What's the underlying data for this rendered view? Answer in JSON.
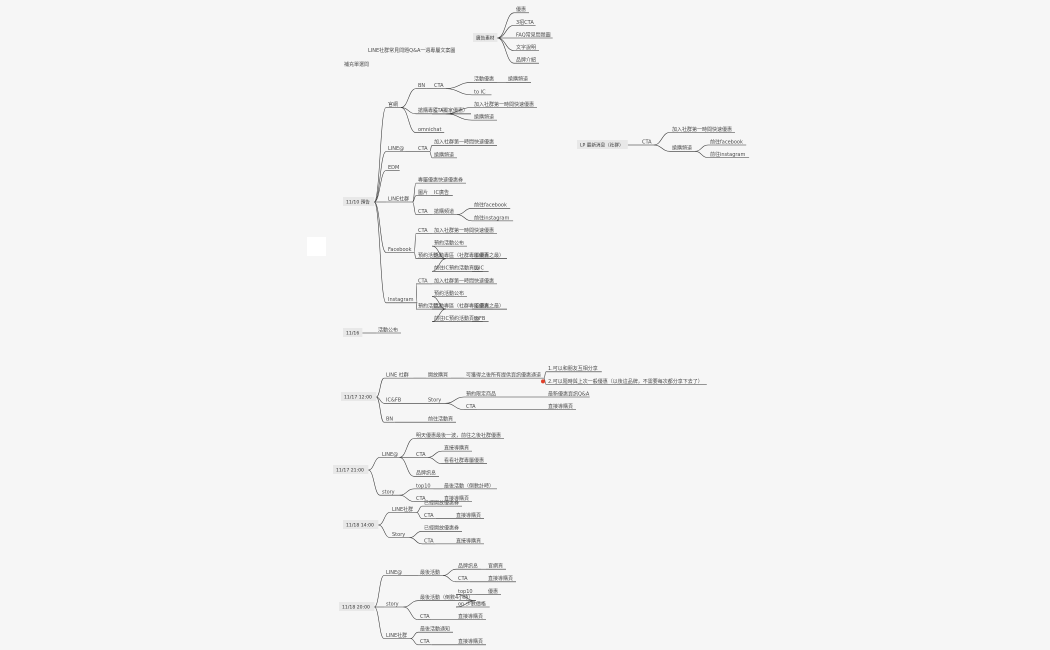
{
  "colors": {
    "background": "#f6f6f6",
    "line": "#333333",
    "root_fill": "#e8e8e8",
    "text": "#4a4a4a",
    "marker": "#e0402a"
  },
  "header": {
    "title": "LINE社群常見問題Q&A一週專屬文案圖",
    "subtitle": "補充單選問"
  },
  "roots": [
    {
      "label": "廣告素材",
      "children": [
        {
          "label": "優惠"
        },
        {
          "label": "3招CTA"
        },
        {
          "label": "FAQ常見問題圖"
        },
        {
          "label": "文字說明"
        },
        {
          "label": "品牌介紹"
        }
      ]
    },
    {
      "label": "LP 最新消息（社群）",
      "children": [
        {
          "label": "CTA",
          "children": [
            {
              "label": "加入社群第一時間快速優惠"
            },
            {
              "label": "搶購頻道",
              "children": [
                {
                  "label": "前往facebook"
                },
                {
                  "label": "前往instagram"
                }
              ]
            }
          ]
        }
      ]
    },
    {
      "label": "11/10 預告",
      "children": [
        {
          "label": "官網",
          "children": [
            {
              "label": "BN",
              "children": [
                {
                  "label": "CTA",
                  "children": [
                    {
                      "label": "活動優惠",
                      "children": [
                        {
                          "label": "搶購頻道"
                        }
                      ]
                    },
                    {
                      "label": "to IC"
                    }
                  ]
                }
              ]
            },
            {
              "label": "搶購專區（獨家優惠）",
              "children": [
                {
                  "label": "CTA",
                  "children": [
                    {
                      "label": "加入社群第一時間快速優惠"
                    },
                    {
                      "label": "搶購頻道"
                    }
                  ]
                }
              ]
            },
            {
              "label": "omnichat"
            }
          ]
        },
        {
          "label": "LINE@",
          "children": [
            {
              "label": "CTA",
              "children": [
                {
                  "label": "加入社群第一時間快速優惠"
                },
                {
                  "label": "搶購頻道"
                }
              ]
            }
          ]
        },
        {
          "label": "EDM"
        },
        {
          "label": "LINE社群",
          "children": [
            {
              "label": "專屬優惠快速優惠券"
            },
            {
              "label": "圖片",
              "children": [
                {
                  "label": "IC廣告"
                }
              ]
            },
            {
              "label": "CTA",
              "children": [
                {
                  "label": "搶購頻道",
                  "children": [
                    {
                      "label": "前往facebook"
                    },
                    {
                      "label": "前往instagram"
                    }
                  ]
                }
              ]
            }
          ]
        },
        {
          "label": "Facebook",
          "children": [
            {
              "label": "CTA",
              "children": [
                {
                  "label": "加入社群第一時間快速優惠"
                }
              ]
            },
            {
              "label": "預約活動入",
              "children": [
                {
                  "label": "預約活動公布"
                },
                {
                  "label": "活動專區（社群專屬優惠之最）",
                  "children": [
                    {
                      "label": "IC網頁"
                    }
                  ]
                },
                {
                  "label": "前往IC預約活動頁面",
                  "children": [
                    {
                      "label": "toIC"
                    }
                  ]
                }
              ]
            }
          ]
        },
        {
          "label": "Instagram",
          "children": [
            {
              "label": "CTA",
              "children": [
                {
                  "label": "加入社群第一時間快速優惠"
                }
              ]
            },
            {
              "label": "預約活動入",
              "children": [
                {
                  "label": "預約活動公布"
                },
                {
                  "label": "活動專區（社群專屬優惠之最）",
                  "children": [
                    {
                      "label": "IC網頁"
                    }
                  ]
                },
                {
                  "label": "前往IC預約活動頁面",
                  "children": [
                    {
                      "label": "toFB"
                    }
                  ]
                }
              ]
            }
          ]
        }
      ]
    },
    {
      "label": "11/16",
      "children": [
        {
          "label": "活動公布"
        }
      ]
    },
    {
      "label": "11/17 12:00",
      "children": [
        {
          "label": "LINE 社群",
          "children": [
            {
              "label": "開放購買",
              "children": [
                {
                  "label": "可獲得之後所有提供資訊優惠通道",
                  "children": [
                    {
                      "label": "1.可以和朋友互相分享"
                    },
                    {
                      "label": "2.可以隨時與上次一般優惠（以後這品牌，不需要每次都分享下去了）",
                      "marker": true
                    }
                  ]
                }
              ]
            }
          ]
        },
        {
          "label": "IC&FB",
          "children": [
            {
              "label": "Story",
              "children": [
                {
                  "label": "預約限定商品",
                  "children": [
                    {
                      "label": "最新優惠資訊Q&A"
                    }
                  ]
                },
                {
                  "label": "CTA",
                  "children": [
                    {
                      "label": "直接導購頁"
                    }
                  ]
                }
              ]
            }
          ]
        },
        {
          "label": "BN",
          "children": [
            {
              "label": "前往活動頁"
            }
          ]
        }
      ]
    },
    {
      "label": "11/17 21:00",
      "children": [
        {
          "label": "LINE@",
          "children": [
            {
              "label": "明天優惠最後一波，前往之後社群優惠"
            },
            {
              "label": "CTA",
              "children": [
                {
                  "label": "直接導購頁"
                },
                {
                  "label": "看看社群專屬優惠"
                }
              ]
            },
            {
              "label": "品牌訊息"
            }
          ]
        },
        {
          "label": "story",
          "children": [
            {
              "label": "top10",
              "children": [
                {
                  "label": "最後活動（倒數計時）"
                }
              ]
            },
            {
              "label": "CTA",
              "children": [
                {
                  "label": "直接導購頁"
                }
              ]
            }
          ]
        }
      ]
    },
    {
      "label": "11/18 14:00",
      "children": [
        {
          "label": "LINE社群",
          "children": [
            {
              "label": "已經開放優惠券"
            },
            {
              "label": "CTA",
              "children": [
                {
                  "label": "直接導購頁"
                }
              ]
            }
          ]
        },
        {
          "label": "Story",
          "children": [
            {
              "label": "已經開放優惠券"
            },
            {
              "label": "CTA",
              "children": [
                {
                  "label": "直接導購頁"
                }
              ]
            }
          ]
        }
      ]
    },
    {
      "label": "11/18 20:00",
      "children": [
        {
          "label": "LINE@",
          "children": [
            {
              "label": "最後活動",
              "children": [
                {
                  "label": "品牌訊息",
                  "children": [
                    {
                      "label": "官網頁"
                    }
                  ]
                },
                {
                  "label": "CTA",
                  "children": [
                    {
                      "label": "直接導購頁"
                    }
                  ]
                }
              ]
            }
          ]
        },
        {
          "label": "story",
          "children": [
            {
              "label": "最後活動（倒數4小時）",
              "children": [
                {
                  "label": "top10",
                  "children": [
                    {
                      "label": "優惠"
                    }
                  ]
                },
                {
                  "label": "on 少數價格"
                }
              ]
            },
            {
              "label": "CTA",
              "children": [
                {
                  "label": "直接導購頁"
                }
              ]
            }
          ]
        },
        {
          "label": "LINE社群",
          "children": [
            {
              "label": "最後活動通知"
            },
            {
              "label": "CTA",
              "children": [
                {
                  "label": "直接導購頁"
                }
              ]
            }
          ]
        }
      ]
    }
  ]
}
